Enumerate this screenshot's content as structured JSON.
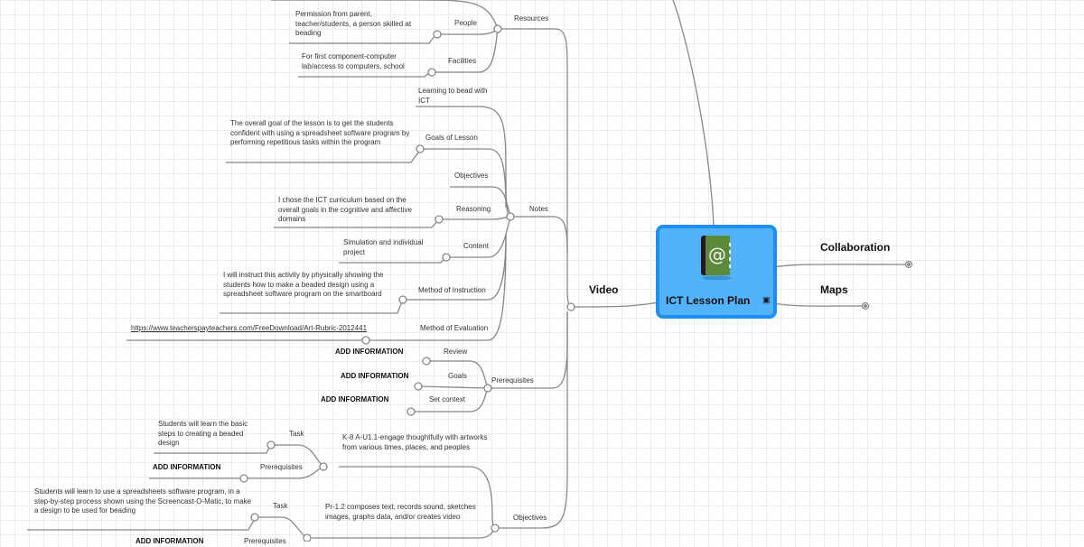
{
  "central": {
    "title": "ICT Lesson Plan",
    "icon": "address-book-icon",
    "image_indicator": "image-icon",
    "color": "#52b3fb",
    "border": "#1c8ff0"
  },
  "right": {
    "collaboration": "Collaboration",
    "maps": "Maps"
  },
  "video": {
    "label": "Video",
    "resources": {
      "label": "Resources",
      "people": {
        "label": "People",
        "note": "Permission from parent, teacher/students, a person skilled at beading"
      },
      "facilities": {
        "label": "Facilities",
        "note": "For first component-computer lab/access to computers, school"
      }
    },
    "notes": {
      "label": "Notes",
      "learning": "Learning to bead with ICT",
      "goals": {
        "label": "Goals of Lesson",
        "note": "The overall goal of the lesson is to get the students confident with using a spreadsheet software program by performing repetitious tasks within the program"
      },
      "objectives": "Objectives",
      "reasoning": {
        "label": "Reasoning",
        "note": "I chose the ICT curriculum based on the overall goals in the cognitive and affective domains"
      },
      "content": {
        "label": "Content",
        "note": "Simulation and individual project"
      },
      "instruction": {
        "label": "Method of Instruction",
        "note": "I will instruct this activity by physically showing the students how to make a beaded design using a spreadsheet software program on the smartboard"
      },
      "evaluation": {
        "label": "Method of Evaluation",
        "link": "https://www.teacherspayteachers.com/FreeDownload/Art-Rubric-2012441"
      }
    },
    "prerequisites": {
      "label": "Prerequisites",
      "review": {
        "label": "Review",
        "value": "ADD INFORMATION"
      },
      "goals": {
        "label": "Goals",
        "value": "ADD INFORMATION"
      },
      "set_context": {
        "label": "Set context",
        "value": "ADD INFORMATION"
      }
    },
    "objectives": {
      "label": "Objectives",
      "k8": {
        "label": "K-8 A-U1.1-engage thoughtfully with artworks from various times, places, and peoples",
        "task": {
          "label": "Task",
          "note": "Students will learn the basic steps to creating a beaded design"
        },
        "prereq": {
          "label": "Prerequisites",
          "value": "ADD INFORMATION"
        }
      },
      "pr12": {
        "label": "Pr-1.2 composes text, records sound, sketches images, graphs data, and/or creates video",
        "task": {
          "label": "Task",
          "note": "Students will learn to use a spreadsheets software program, in a step-by-step process shown using the Screencast-O-Matic, to make a design to be used for beading"
        },
        "prereq": {
          "label": "Prerequisites",
          "value": "ADD INFORMATION"
        }
      }
    }
  }
}
